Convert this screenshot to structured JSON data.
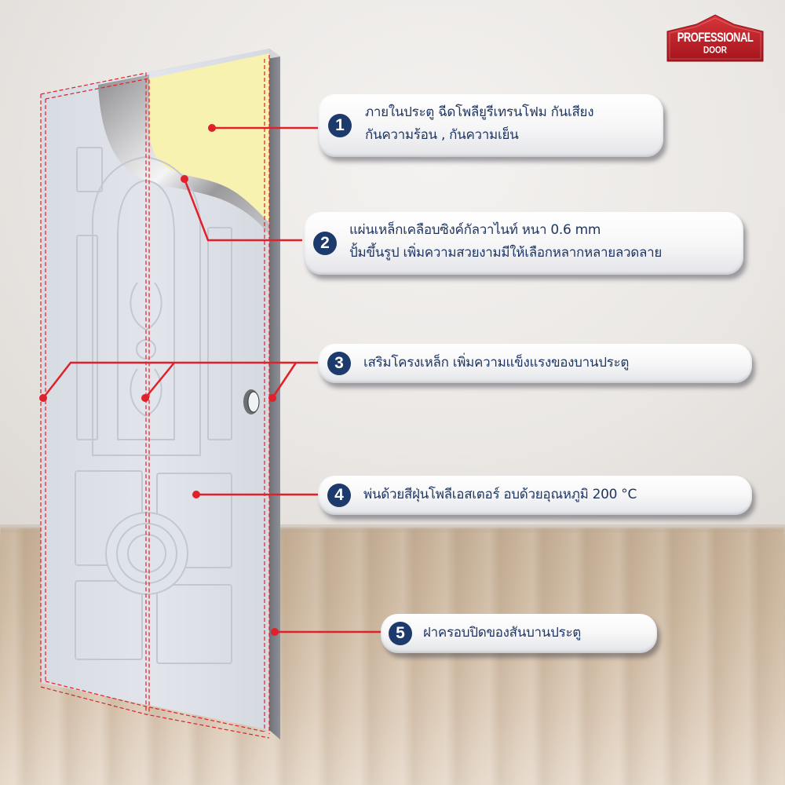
{
  "brand": {
    "logo_line1": "PROFESSIONAL",
    "logo_line2": "DOOR",
    "logo_color": "#c8202a"
  },
  "colors": {
    "badge": "#1c3a6b",
    "text": "#1f3663",
    "leader_line": "#e0202a",
    "foam": "#f8f2b0",
    "door_skin": "#dfe3ea"
  },
  "callouts": [
    {
      "number": "1",
      "line1": "ภายในประตู ฉีดโพลียูรีเทรนโฟม กันเสียง",
      "line2": "กันความร้อน , กันความเย็น",
      "target": "foam-core"
    },
    {
      "number": "2",
      "line1": "แผ่นเหล็กเคลือบซิงค์กัลวาไนท์ หนา 0.6 mm",
      "line2": "ปั้มขึ้นรูป เพิ่มความสวยงามมีให้เลือกหลากหลายลวดลาย",
      "target": "steel-skin"
    },
    {
      "number": "3",
      "line1": "เสริมโครงเหล็ก เพิ่มความแข็งแรงของบานประตู",
      "target": "steel-frame"
    },
    {
      "number": "4",
      "line1": "พ่นด้วยสีฝุ่นโพลีเอสเตอร์ อบด้วยอุณหภูมิ 200 °C",
      "target": "powder-coat"
    },
    {
      "number": "5",
      "line1": "ฝาครอบปิดของสันบานประตู",
      "target": "edge-cap"
    }
  ]
}
